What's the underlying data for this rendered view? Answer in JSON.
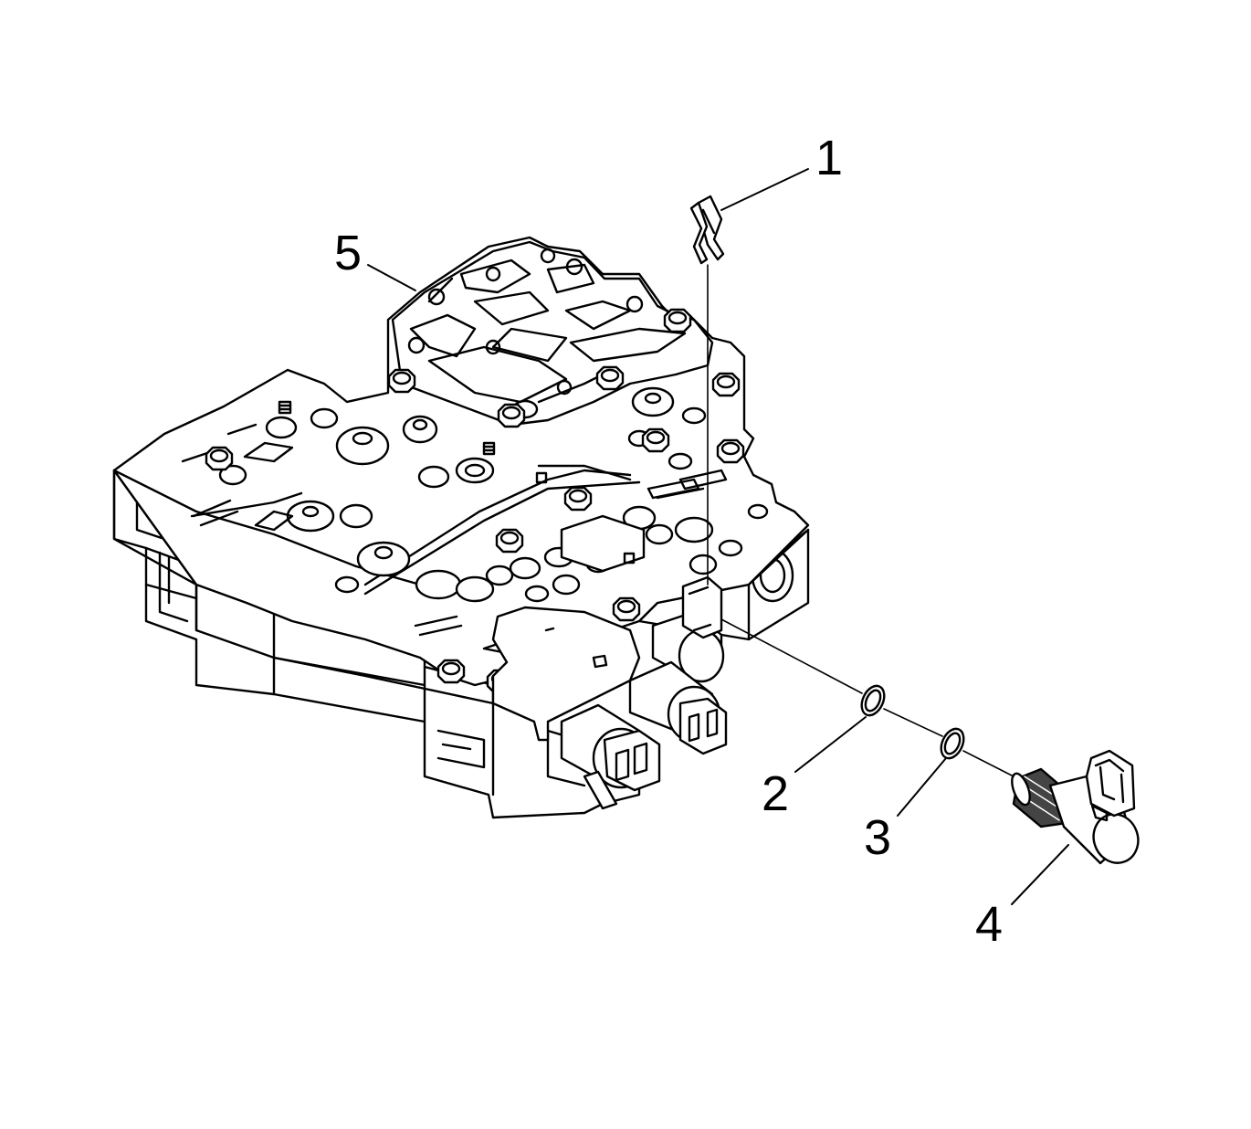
{
  "callouts": [
    {
      "id": "1",
      "label": "1"
    },
    {
      "id": "2",
      "label": "2"
    },
    {
      "id": "3",
      "label": "3"
    },
    {
      "id": "4",
      "label": "4"
    },
    {
      "id": "5",
      "label": "5"
    }
  ],
  "colors": {
    "line": "#000000",
    "fill": "#ffffff",
    "shade": "#e6e6e6",
    "dark": "#444444"
  }
}
